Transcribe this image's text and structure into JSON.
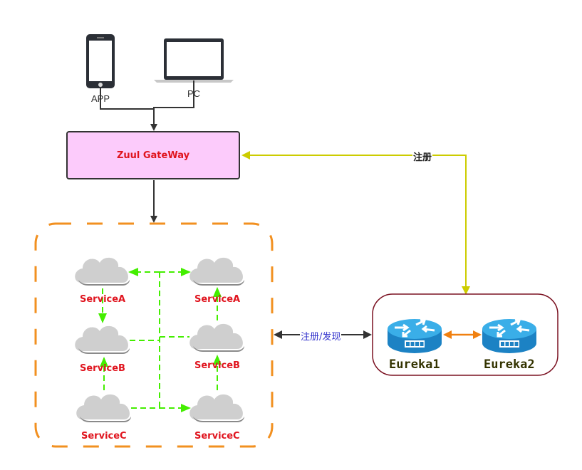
{
  "colors": {
    "gateway_fill": "#fccbfb",
    "gateway_text": "#e0141e",
    "service_text": "#e0141e",
    "service_link": "#44ee00",
    "register_link": "#cccc00",
    "cluster_border": "#f29020",
    "eureka_border": "#7a1020",
    "eureka_peer_link": "#f08010",
    "router_blue": "#2a9ede"
  },
  "clients": [
    {
      "id": "app",
      "label": "APP",
      "icon": "smartphone-icon"
    },
    {
      "id": "pc",
      "label": "PC",
      "icon": "laptop-icon"
    }
  ],
  "gateway": {
    "label": "Zuul GateWay"
  },
  "edges": {
    "register": "注册",
    "register_discover": "注册/发现"
  },
  "services": [
    {
      "label": "ServiceA",
      "column": "left",
      "row": 1
    },
    {
      "label": "ServiceA",
      "column": "right",
      "row": 1
    },
    {
      "label": "ServiceB",
      "column": "left",
      "row": 2
    },
    {
      "label": "ServiceB",
      "column": "right",
      "row": 2
    },
    {
      "label": "ServiceC",
      "column": "left",
      "row": 3
    },
    {
      "label": "ServiceC",
      "column": "right",
      "row": 3
    }
  ],
  "eureka": [
    {
      "label": "Eureka1",
      "icon": "router-icon"
    },
    {
      "label": "Eureka2",
      "icon": "router-icon"
    }
  ]
}
